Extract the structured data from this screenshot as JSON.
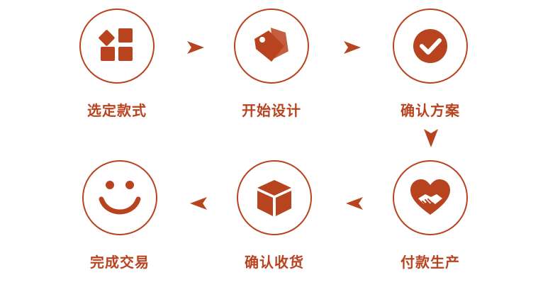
{
  "colors": {
    "accent": "#b8431f",
    "background": "#ffffff"
  },
  "steps": [
    {
      "label": "选定款式",
      "icon": "apps-grid-icon"
    },
    {
      "label": "开始设计",
      "icon": "price-tags-icon"
    },
    {
      "label": "确认方案",
      "icon": "check-circle-icon"
    },
    {
      "label": "付款生产",
      "icon": "handshake-heart-icon"
    },
    {
      "label": "确认收货",
      "icon": "package-box-icon"
    },
    {
      "label": "完成交易",
      "icon": "smiley-face-icon"
    }
  ],
  "flow": {
    "arrows": [
      "arrow-right",
      "arrow-right",
      "arrow-down",
      "arrow-left",
      "arrow-left"
    ]
  }
}
